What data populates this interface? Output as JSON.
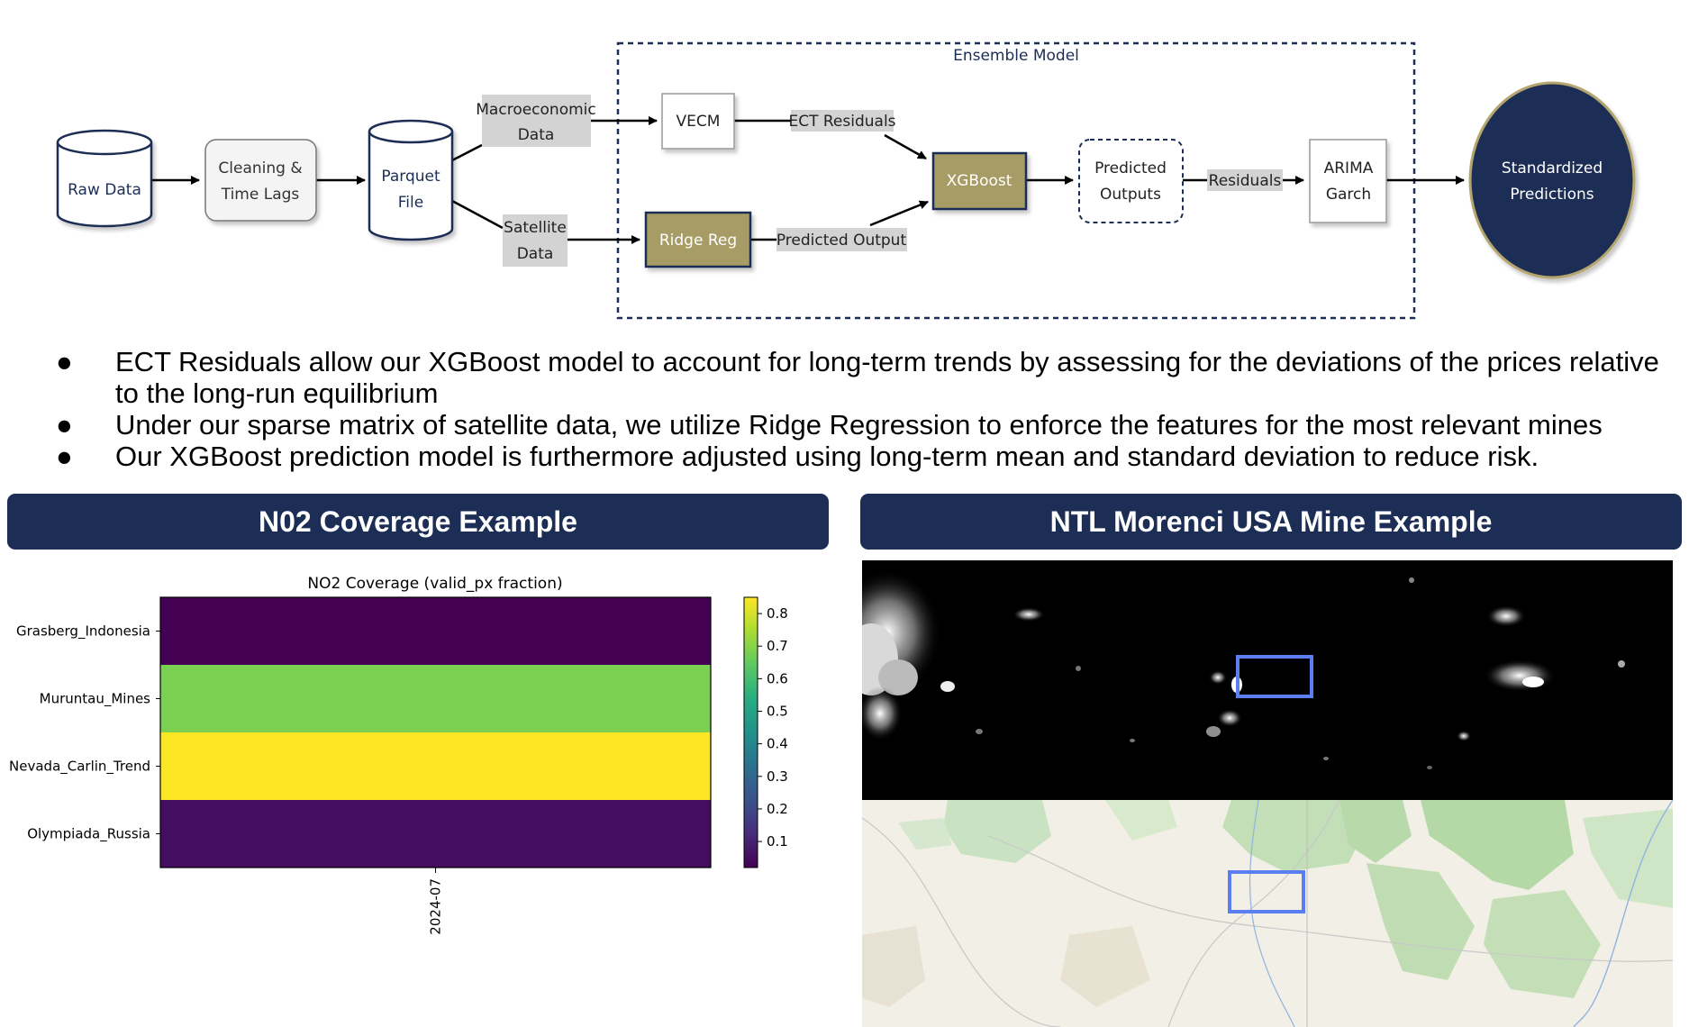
{
  "flowchart": {
    "ensemble_label": "Ensemble Model",
    "nodes": {
      "raw_data": [
        "Raw Data"
      ],
      "cleaning": [
        "Cleaning &",
        "Time Lags"
      ],
      "parquet": [
        "Parquet",
        "File"
      ],
      "macro": [
        "Macroeconomic",
        "Data"
      ],
      "satellite": [
        "Satellite",
        "Data"
      ],
      "vecm": [
        "VECM"
      ],
      "ridge": [
        "Ridge Reg"
      ],
      "xgboost": [
        "XGBoost"
      ],
      "predicted": [
        "Predicted",
        "Outputs"
      ],
      "arima": [
        "ARIMA",
        "Garch"
      ],
      "standardized": [
        "Standardized",
        "Predictions"
      ]
    },
    "edge_labels": {
      "ect": "ECT Residuals",
      "pred_output": "Predicted Output",
      "residuals": "Residuals"
    },
    "colors": {
      "navy": "#1c2e55",
      "olive": "#a89c66",
      "gray_label": "#d3d3d3"
    }
  },
  "bullets": [
    "ECT Residuals allow our XGBoost model to account for long-term trends by assessing for the deviations of the prices relative to the long-run equilibrium",
    "Under our sparse matrix of satellite data, we utilize Ridge Regression to enforce the features for the most relevant mines",
    "Our XGBoost prediction model is furthermore adjusted using long-term mean and standard deviation to reduce risk."
  ],
  "bullet_symbol": "●",
  "panels": {
    "left_title": "N02 Coverage Example",
    "right_title": "NTL Morenci USA Mine Example"
  },
  "chart_data": {
    "type": "heatmap",
    "title": "NO2 Coverage (valid_px fraction)",
    "x": [
      "2024-07"
    ],
    "y": [
      "Grasberg_Indonesia",
      "Muruntau_Mines",
      "Nevada_Carlin_Trend",
      "Olympiada_Russia"
    ],
    "values": [
      [
        0.02
      ],
      [
        0.68
      ],
      [
        0.85
      ],
      [
        0.05
      ]
    ],
    "colorbar_ticks": [
      "0.1",
      "0.2",
      "0.3",
      "0.4",
      "0.5",
      "0.6",
      "0.7",
      "0.8"
    ],
    "vmin": 0.02,
    "vmax": 0.85,
    "colormap": "viridis"
  },
  "highlight_color": "#5b7ef0"
}
